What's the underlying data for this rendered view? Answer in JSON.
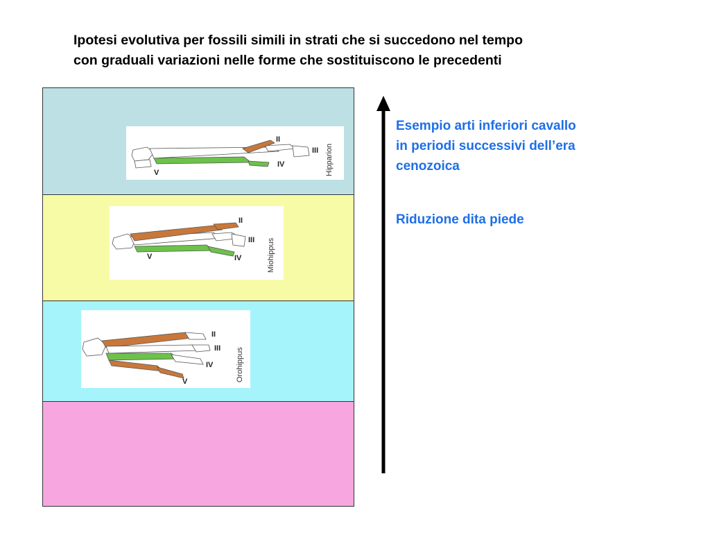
{
  "title": {
    "line1": "Ipotesi evolutiva per fossili simili in strati che si succedono nel tempo",
    "line2": "con graduali variazioni nelle forme che sostituiscono le precedenti"
  },
  "strata_colors": [
    "#bde0e4",
    "#f8fba6",
    "#a6f4fb",
    "#f8a6e0"
  ],
  "fossils": [
    {
      "name": "Hipparion",
      "digits": [
        "II",
        "III",
        "IV",
        "V"
      ]
    },
    {
      "name": "Miohippus",
      "digits": [
        "II",
        "III",
        "IV",
        "V"
      ]
    },
    {
      "name": "Orohippus",
      "digits": [
        "II",
        "III",
        "IV",
        "V"
      ]
    }
  ],
  "bone_colors": {
    "digit_ii": "#c8783a",
    "digit_iv": "#6cc24a",
    "digit_iii": "#ffffff",
    "outline": "#555555"
  },
  "notes": {
    "example_line1": "Esempio arti inferiori cavallo",
    "example_line2": "in periodi successivi dell’era",
    "example_line3": "cenozoica",
    "reduction": "Riduzione dita piede"
  }
}
